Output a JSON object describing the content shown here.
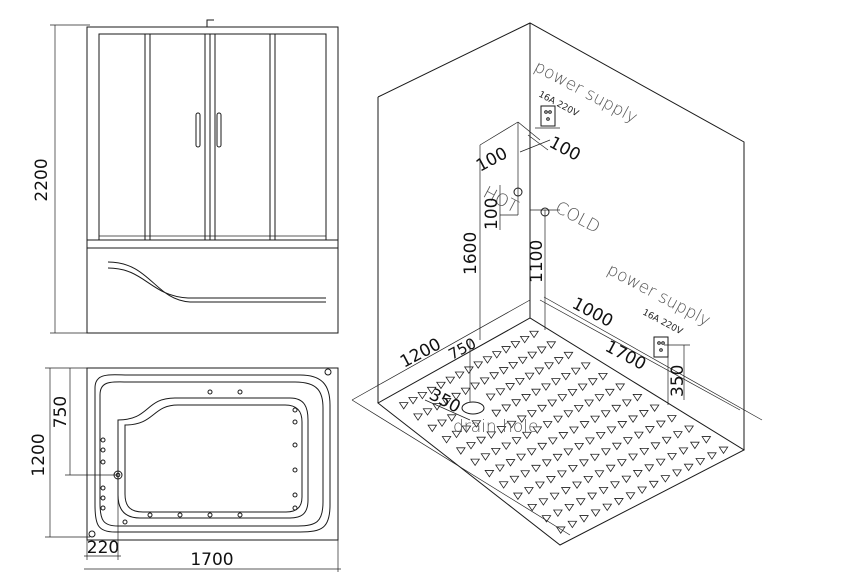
{
  "front_view": {
    "height_label": "2200"
  },
  "top_view": {
    "depth_label": "1200",
    "drain_offset_y": "750",
    "drain_offset_x": "220",
    "width_label": "1700"
  },
  "room_view": {
    "power_supply_top": {
      "title": "power supply",
      "rating": "16A 220V"
    },
    "power_supply_right": {
      "title": "power supply",
      "rating": "16A 220V"
    },
    "hot_label": "HOT",
    "cold_label": "COLD",
    "dim_100_a": "100",
    "dim_100_b": "100",
    "dim_100_c": "100",
    "dim_1600": "1600",
    "dim_1100": "1100",
    "dim_1000": "1000",
    "dim_1200": "1200",
    "dim_750": "750",
    "dim_1700": "1700",
    "dim_350_right": "350",
    "dim_350_drain": "350",
    "drain_label": "drain hole"
  }
}
